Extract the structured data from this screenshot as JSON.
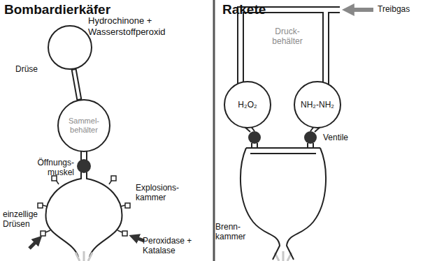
{
  "diagram": {
    "nodes": [
      {
        "text": [
          "Hydrochinone + Wasserstoffperoxid"
        ]
      },
      {
        "text": [
          "Sammel- behälter"
        ]
      },
      {
        "text": [
          "H₂O₂"
        ]
      },
      {
        "text": [
          "NH₂-NH₂"
        ]
      }
    ],
    "edges": [
      {
        "from": 0,
        "to": 1,
        "arrow": "none"
      }
    ],
    "labels": [
      "Bombardierkäfer",
      "Drüse",
      "Öffnungs- muskel",
      "Explosions- kammer",
      "einzellige Drüsen",
      "Peroxidase + Katalase",
      "Rakete",
      "Treibgas",
      "Druck- behälter",
      "Ventile",
      "Brenn- kammer"
    ]
  }
}
